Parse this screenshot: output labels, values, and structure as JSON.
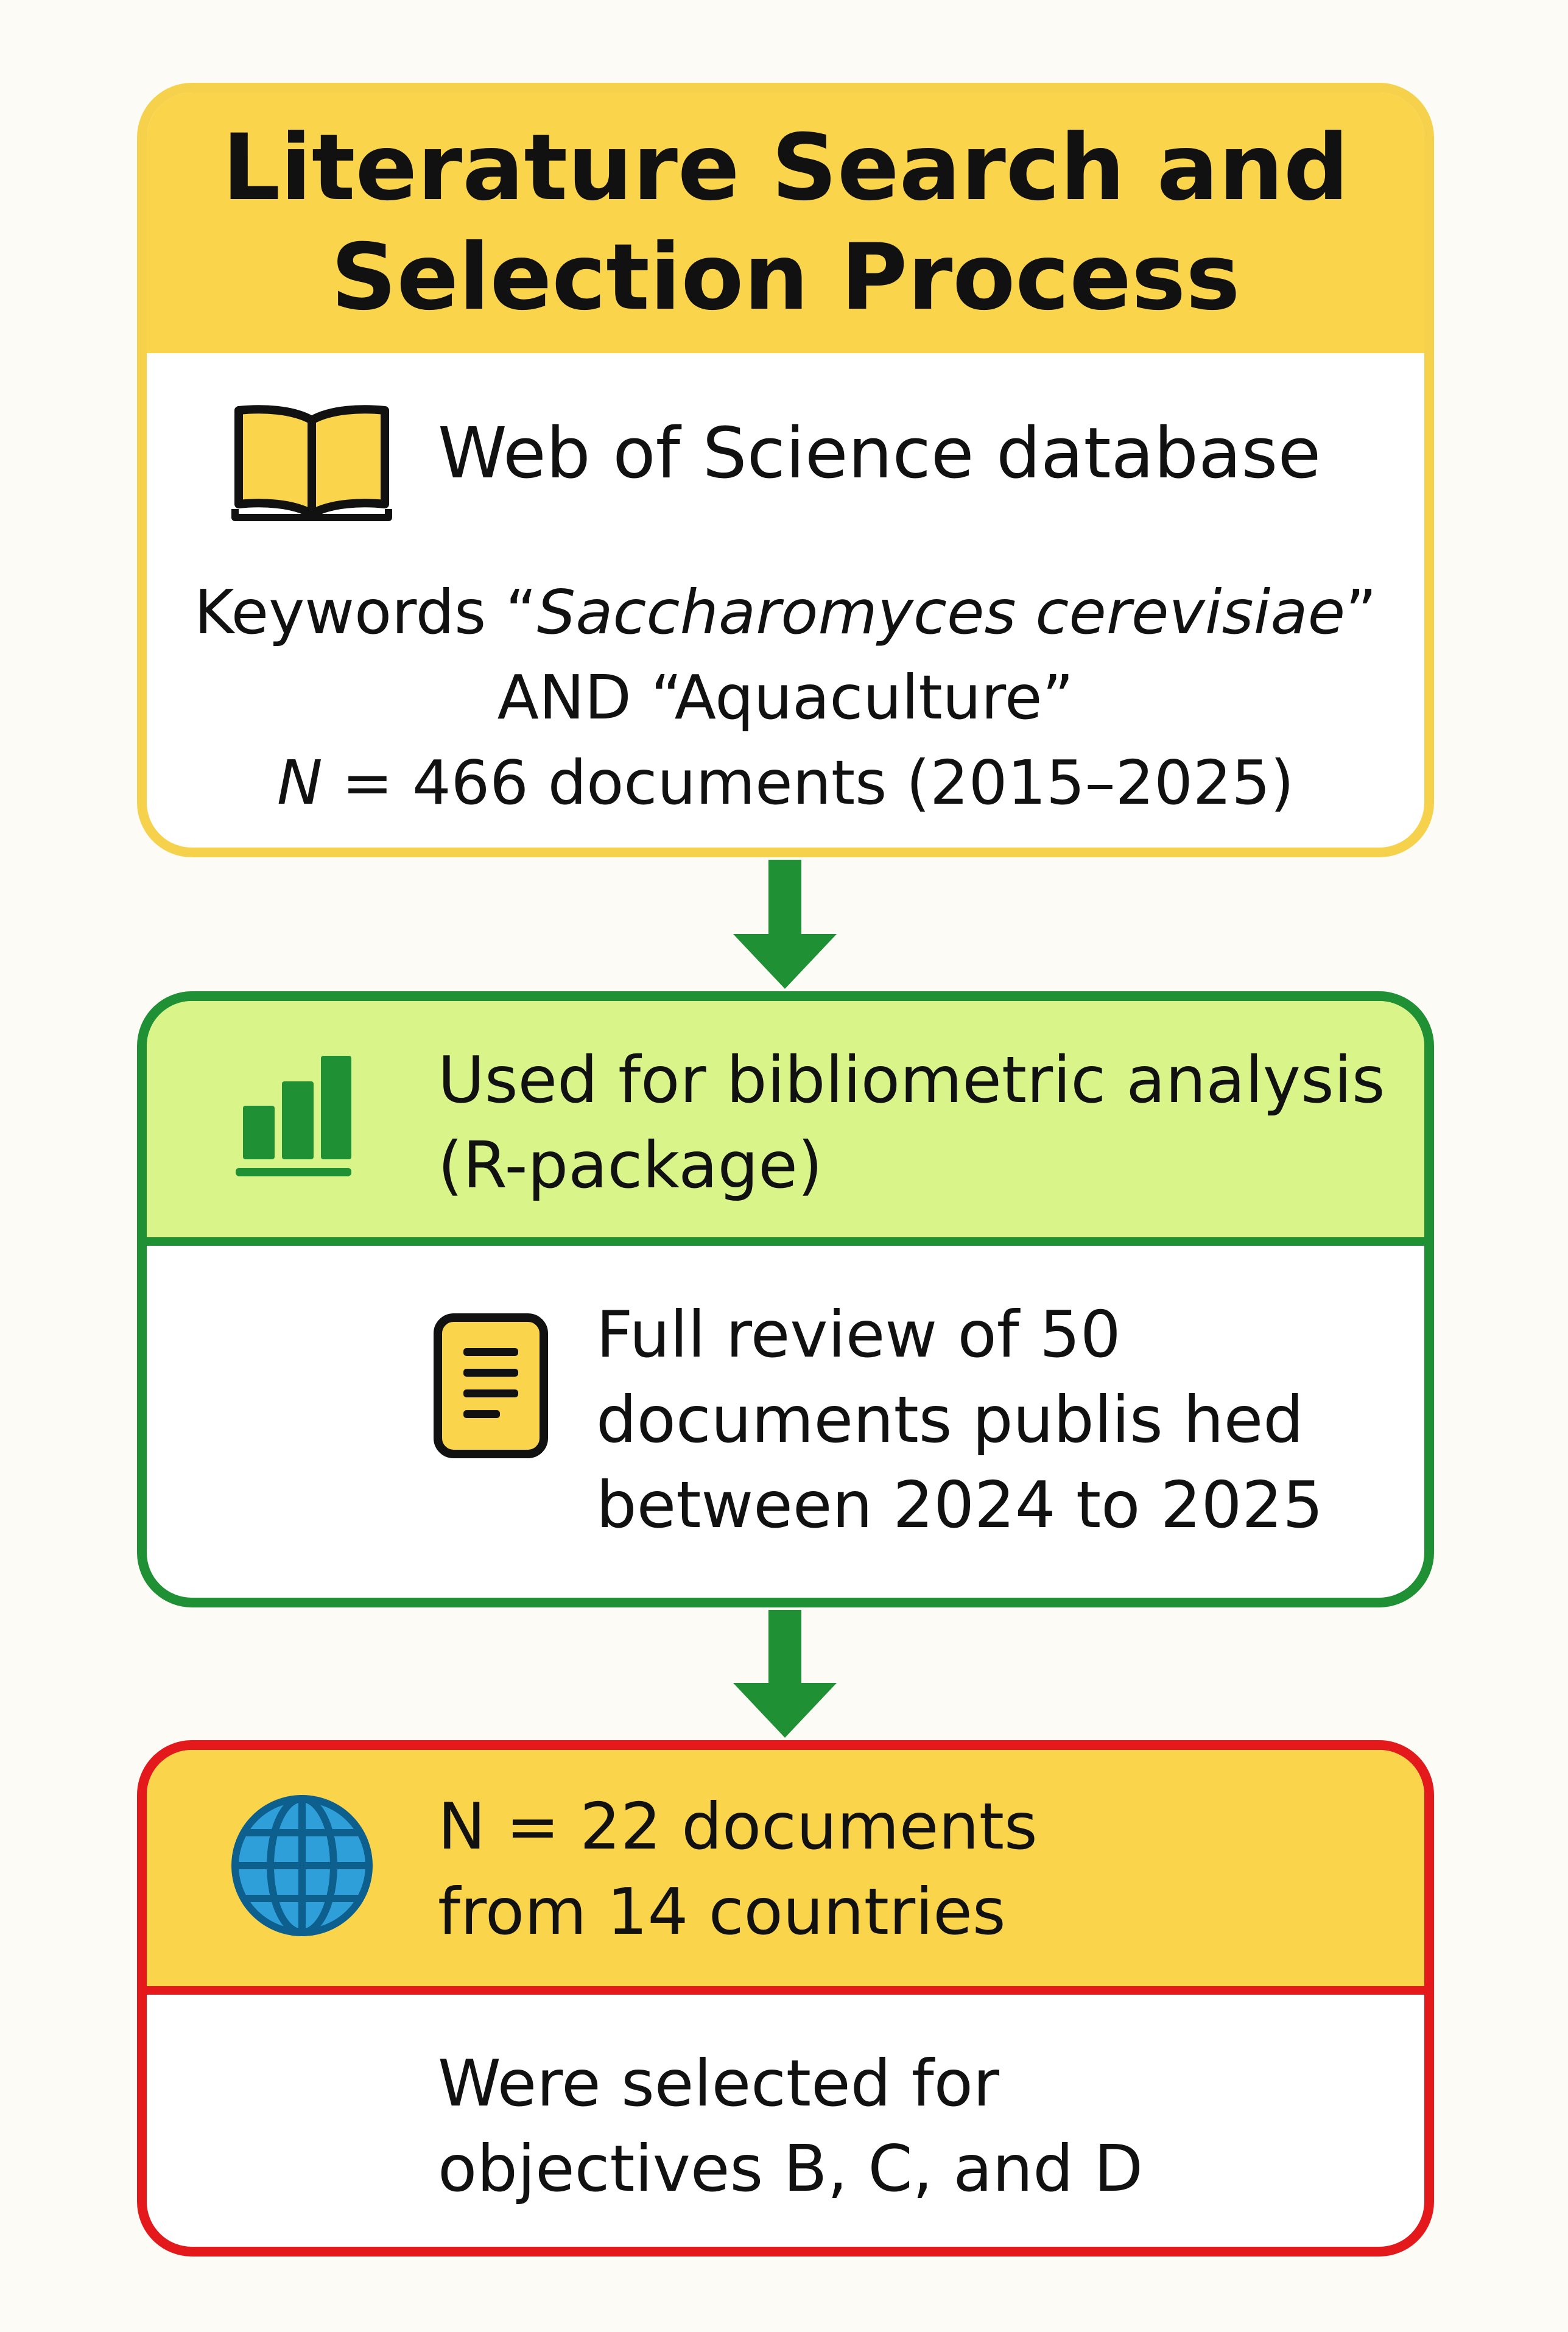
{
  "title": {
    "line1": "Literature Search and",
    "line2": "Selection Process"
  },
  "step1": {
    "icon": "book-icon",
    "source": "Web of Science database",
    "keywords_prefix": "Keywords “",
    "keyword1": "Saccharomyces cerevisiae",
    "keywords_suffix": "”",
    "keyword2_line": "AND “Aquaculture”",
    "count_symbol": "N",
    "count_text": " = 466 documents (2015–2025)"
  },
  "step2": {
    "icon": "bar-chart-icon",
    "analysis_line1": "Used for bibliometric analysis",
    "analysis_line2": "(R-package)",
    "review_icon": "document-icon",
    "review_line1": "Full review of 50",
    "review_line2": "documents publis hed",
    "review_line3": "between 2024 to 2025"
  },
  "step3": {
    "icon": "globe-icon",
    "result_line1": "N = 22 documents",
    "result_line2": "from 14 countries",
    "selected_line1": "Were selected for",
    "selected_line2": "objectives B, C, and D"
  },
  "colors": {
    "yellow": "#fad54c",
    "light_green": "#d9f58a",
    "green": "#1f9033",
    "red": "#e3191c",
    "globe_blue": "#2e9fd8"
  }
}
